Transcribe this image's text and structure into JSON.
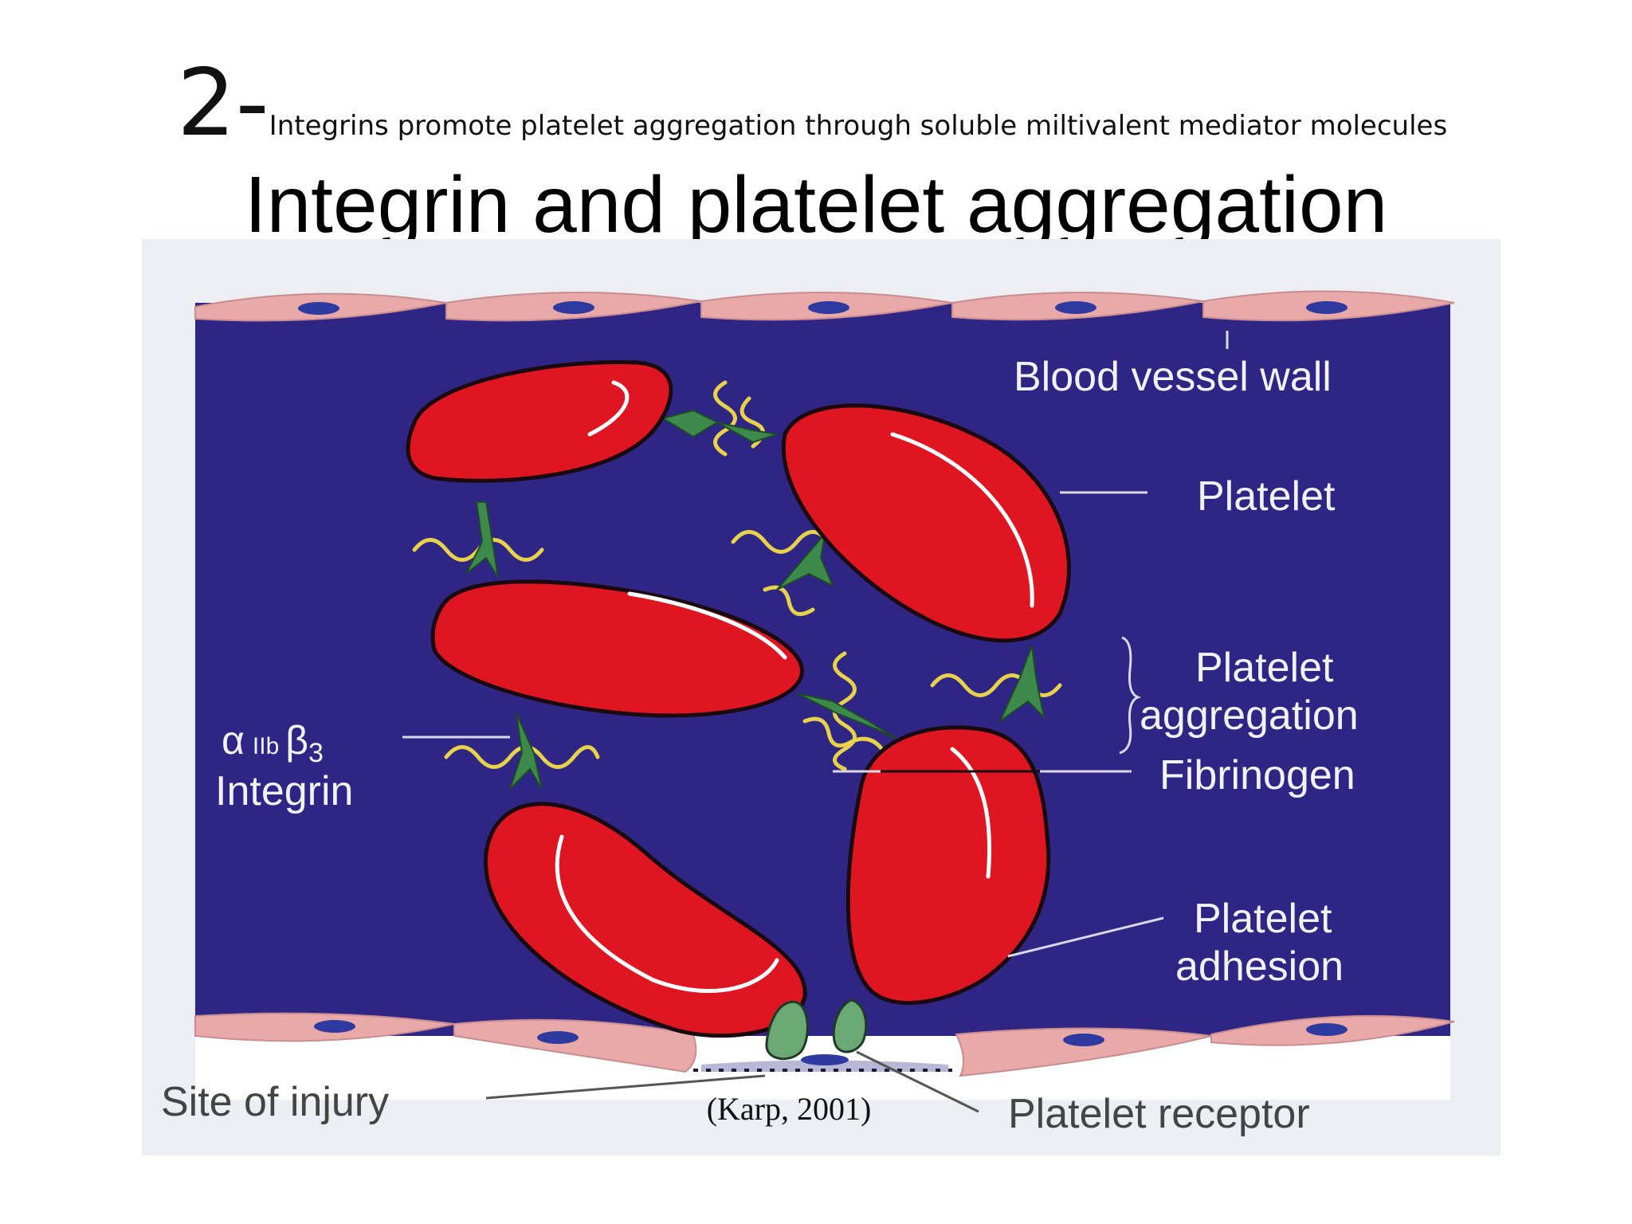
{
  "slide": {
    "number": "2-",
    "subtitle": "Integrins promote platelet aggregation through soluble miltivalent mediator molecules",
    "title": "Integrin and platelet aggregation"
  },
  "diagram": {
    "labels": {
      "vessel_wall": "Blood vessel wall",
      "platelet": "Platelet",
      "aggregation_1": "Platelet",
      "aggregation_2": "aggregation",
      "fibrinogen": "Fibrinogen",
      "integrin_1": "α",
      "integrin_sub": "IIb",
      "integrin_2": "β",
      "integrin_sub2": "3",
      "integrin_3": "Integrin",
      "adhesion_1": "Platelet",
      "adhesion_2": "adhesion",
      "site": "Site of injury",
      "receptor": "Platelet receptor"
    },
    "citation": "(Karp, 2001)"
  },
  "colors": {
    "vessel_lumen": "#2f2584",
    "platelet": "#e01522",
    "endothelium": "#e9a9a8",
    "nucleus": "#2e3aa0",
    "integrin": "#3e8a4c",
    "fibrinogen": "#e8d24a",
    "label_text": "#f1f1f6"
  }
}
